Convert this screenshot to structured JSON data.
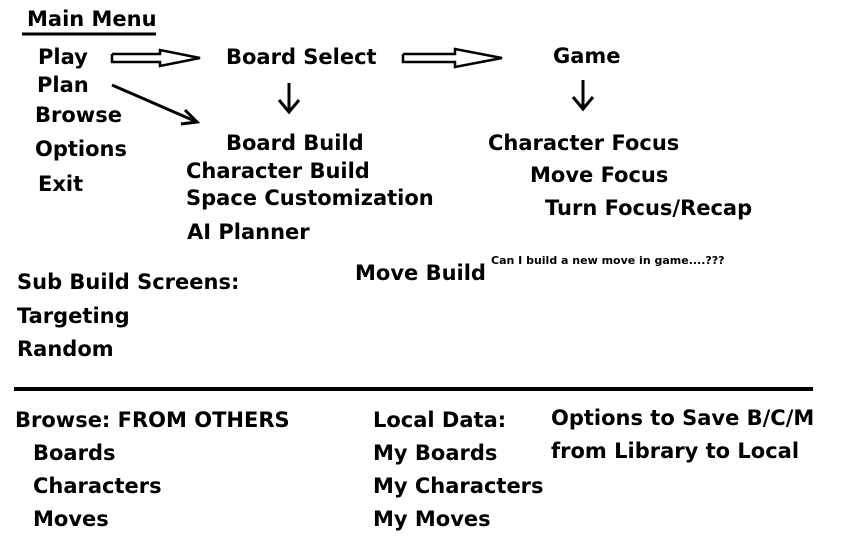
{
  "main_menu": {
    "title": "Main Menu",
    "items": [
      "Play",
      "Plan",
      "Browse",
      "Options",
      "Exit"
    ]
  },
  "flow": {
    "board_select": "Board Select",
    "game": "Game",
    "plan_screens": [
      "Board Build",
      "Character Build",
      "Space Customization",
      "AI Planner"
    ],
    "game_screens": [
      "Character Focus",
      "Move Focus",
      "Turn Focus/Recap"
    ],
    "move_build": "Move Build",
    "move_note": "Can I build a new move in game....???"
  },
  "sub_build": {
    "title": "Sub Build Screens:",
    "items": [
      "Targeting",
      "Random"
    ]
  },
  "browse": {
    "title": "Browse: FROM OTHERS",
    "items": [
      "Boards",
      "Characters",
      "Moves"
    ]
  },
  "local": {
    "title": "Local Data:",
    "items": [
      "My Boards",
      "My Characters",
      "My Moves"
    ]
  },
  "options_note": [
    "Options to Save B/C/M",
    "from Library to Local"
  ]
}
